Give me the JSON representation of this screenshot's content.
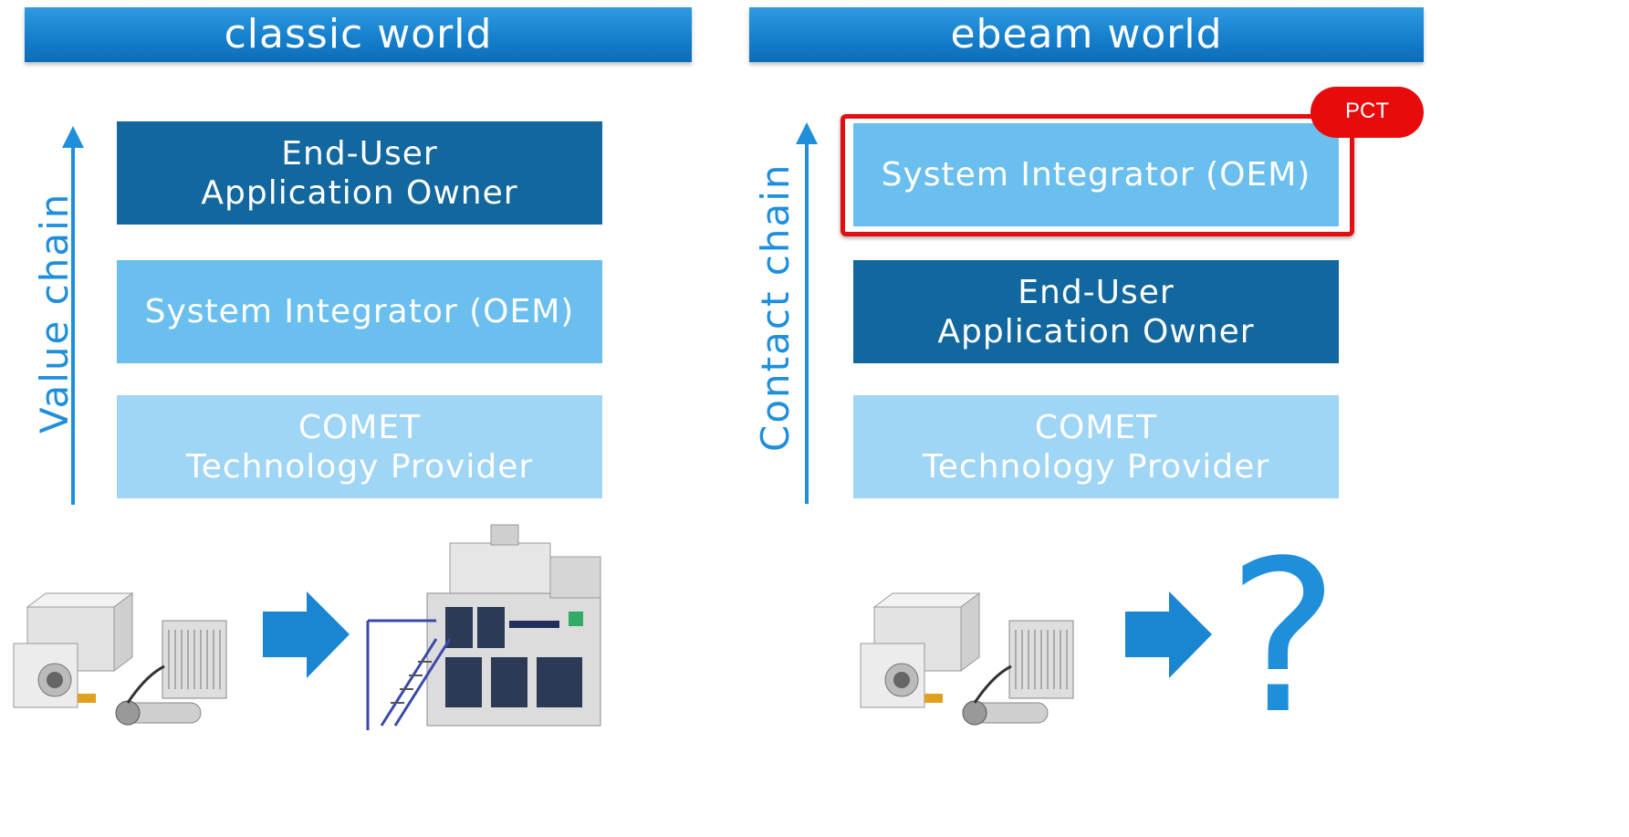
{
  "left": {
    "header": "classic world",
    "axis_label": "Value chain",
    "boxes": [
      {
        "line1": "End-User",
        "line2": "Application Owner"
      },
      {
        "line1": "System Integrator (OEM)",
        "line2": ""
      },
      {
        "line1": "COMET",
        "line2": "Technology Provider"
      }
    ]
  },
  "right": {
    "header": "ebeam world",
    "axis_label": "Contact chain",
    "badge": "PCT",
    "boxes": [
      {
        "line1": "System Integrator (OEM)",
        "line2": ""
      },
      {
        "line1": "End-User",
        "line2": "Application Owner"
      },
      {
        "line1": "COMET",
        "line2": "Technology Provider"
      }
    ],
    "unknown": "?"
  },
  "icons": {
    "ebeam_unit": "ebeam-equipment-image",
    "packaging_line": "packaging-line-machine-image",
    "arrow": "arrow-right-icon"
  },
  "colors": {
    "header_blue": "#1680cd",
    "dark_box": "#12689e",
    "mid_box": "#6bbfee",
    "light_box": "#9fd5f5",
    "accent_blue": "#1f8fdc",
    "highlight_red": "#e01010"
  }
}
